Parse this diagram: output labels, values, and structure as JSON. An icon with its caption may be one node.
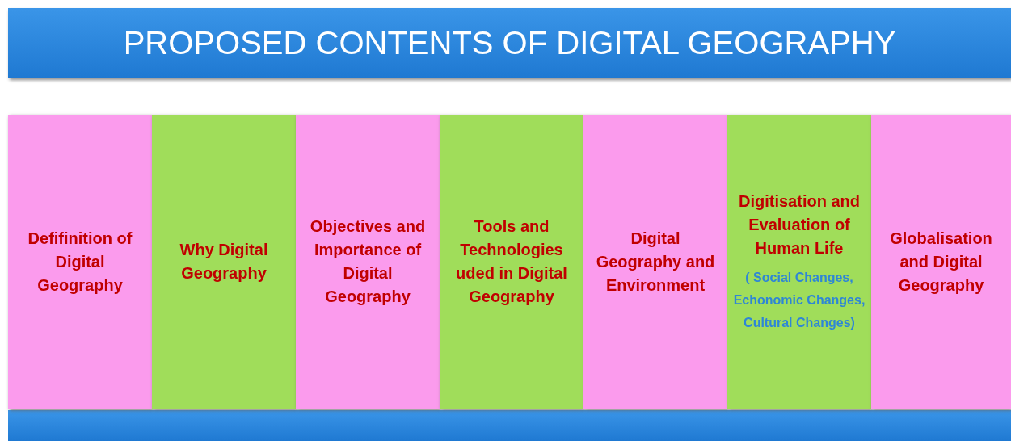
{
  "diagram": {
    "title": "PROPOSED CONTENTS OF DIGITAL GEOGRAPHY",
    "nodes": [
      {
        "text": [
          "Defifinition of Digital Geography"
        ]
      },
      {
        "text": [
          "Why Digital Geography"
        ]
      },
      {
        "text": [
          "Objectives and Importance of Digital Geography"
        ]
      },
      {
        "text": [
          "Tools and Technologies uded in Digital Geography"
        ]
      },
      {
        "text": [
          "Digital Geography and Environment"
        ]
      },
      {
        "text": [
          "Digitisation and Evaluation of Human Life",
          "( Social Changes, Echonomic Changes, Cultural Changes)"
        ]
      },
      {
        "text": [
          "Globalisation and Digital Geography"
        ]
      }
    ]
  }
}
